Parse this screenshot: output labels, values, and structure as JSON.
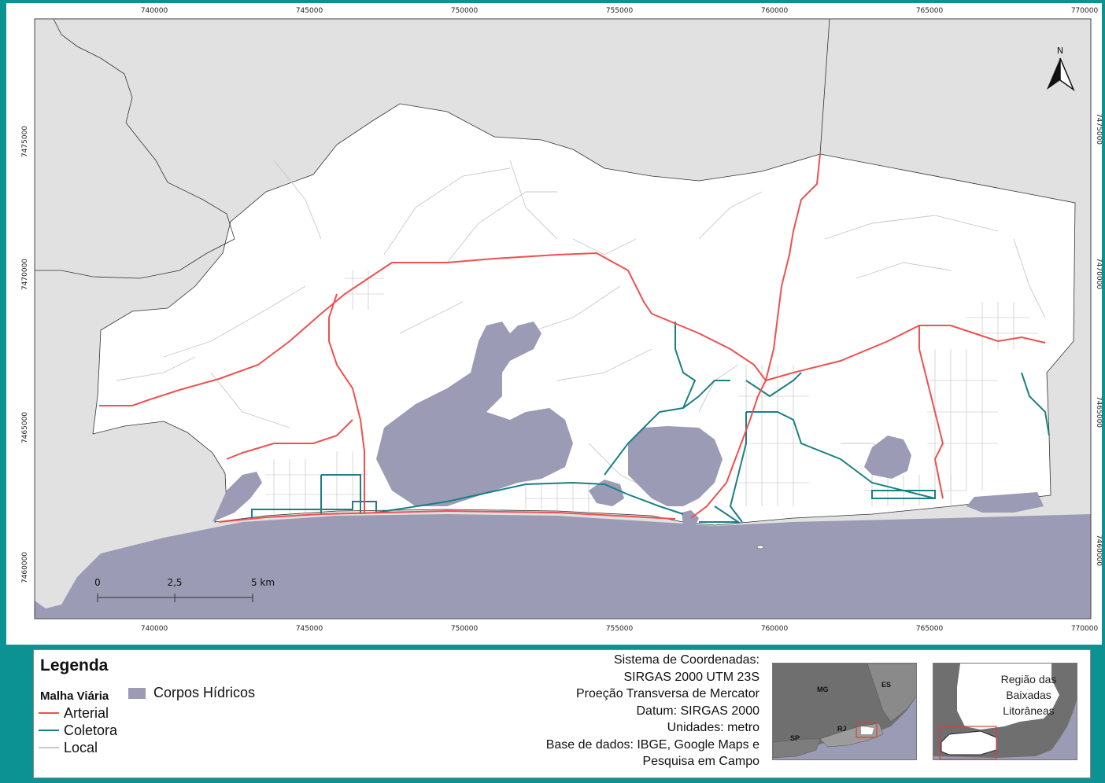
{
  "map": {
    "x_ticks": [
      "740000",
      "745000",
      "750000",
      "755000",
      "760000",
      "765000",
      "770000"
    ],
    "y_ticks": [
      "7475000",
      "7470000",
      "7465000",
      "7460000"
    ],
    "north_label": "N",
    "scale_bar": {
      "labels": [
        "0",
        "2,5",
        "5 km"
      ]
    },
    "colors": {
      "arterial": "#ef5050",
      "coletora": "#1a7f86",
      "local": "#c8c8c8",
      "water": "#9b9bb5",
      "land": "#e1e1e1"
    }
  },
  "legend": {
    "title": "Legenda",
    "subtitle": "Malha Viária",
    "items": [
      {
        "label": "Arterial",
        "color": "#ef5050"
      },
      {
        "label": "Coletora",
        "color": "#1a7f86"
      },
      {
        "label": "Local",
        "color": "#c8c8c8"
      }
    ],
    "water_label": "Corpos Hídricos",
    "water_color": "#9b9bb5"
  },
  "metadata": {
    "lines": [
      "Sistema de Coordenadas:",
      "SIRGAS 2000 UTM 23S",
      "Proeção Transversa de Mercator",
      "Datum: SIRGAS 2000",
      "Unidades: metro",
      "Base de dados: IBGE, Google Maps e",
      "Pesquisa em Campo"
    ]
  },
  "inset_states": {
    "labels": [
      "MG",
      "ES",
      "RJ",
      "SP"
    ]
  },
  "inset_region": {
    "lines": [
      "Região das",
      "Baixadas",
      "Litorâneas"
    ]
  }
}
